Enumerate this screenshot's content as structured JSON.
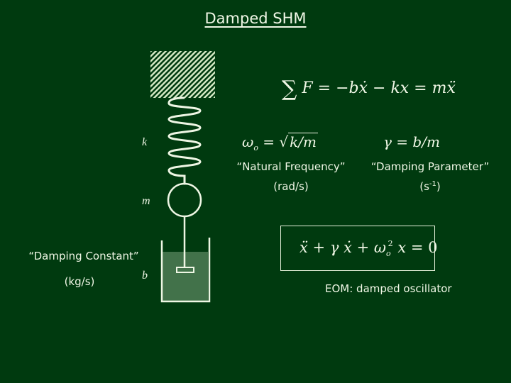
{
  "slide": {
    "title": "Damped SHM",
    "background_color": "#003a0f",
    "foreground_color": "#f0f7e6"
  },
  "diagram": {
    "labels": {
      "spring_constant": "k",
      "mass": "m",
      "damping": "b"
    },
    "damping_constant_label": "“Damping Constant”",
    "damping_constant_units": "(kg/s)"
  },
  "equations": {
    "force_law": {
      "sum_symbol": "∑",
      "text": "F = −bẋ − kx = mẍ",
      "parts": [
        "F",
        "=",
        "−",
        "bẋ",
        "−",
        "kx",
        "=",
        "mẍ"
      ]
    },
    "natural_frequency": {
      "symbol": "ω",
      "subscript": "o",
      "rhs_radical": "√",
      "rhs": "k/m",
      "label": "“Natural Frequency”",
      "units": "(rad/s)"
    },
    "damping_parameter": {
      "text": "γ = b/m",
      "label": "“Damping Parameter”",
      "units_base": "(s",
      "units_exp": "-1",
      "units_close": ")"
    },
    "eom": {
      "term1": "ẍ",
      "plus1": "+",
      "gamma": "γ",
      "term2": "ẋ",
      "plus2": "+",
      "omega": "ω",
      "omega_sub": "o",
      "omega_sup": "2",
      "x": "x",
      "equals": "=",
      "zero": "0",
      "caption": "EOM: damped oscillator"
    }
  }
}
